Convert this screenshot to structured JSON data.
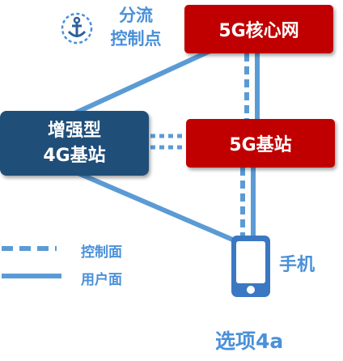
{
  "nodes": {
    "core": "5G核心网",
    "gnb": "5G基站",
    "enb_line1": "增强型",
    "enb_line2": "4G基站"
  },
  "anchor": {
    "line1": "分流",
    "line2": "控制点",
    "icon": "anchor-icon"
  },
  "phone": {
    "label": "手机",
    "icon": "phone-icon"
  },
  "legend": {
    "control_plane": "控制面",
    "user_plane": "用户面"
  },
  "option_label": "选项4a",
  "colors": {
    "red": "#c00000",
    "navy": "#1f4e79",
    "line_blue": "#5b9bd5",
    "text_blue": "#4a90d9"
  }
}
